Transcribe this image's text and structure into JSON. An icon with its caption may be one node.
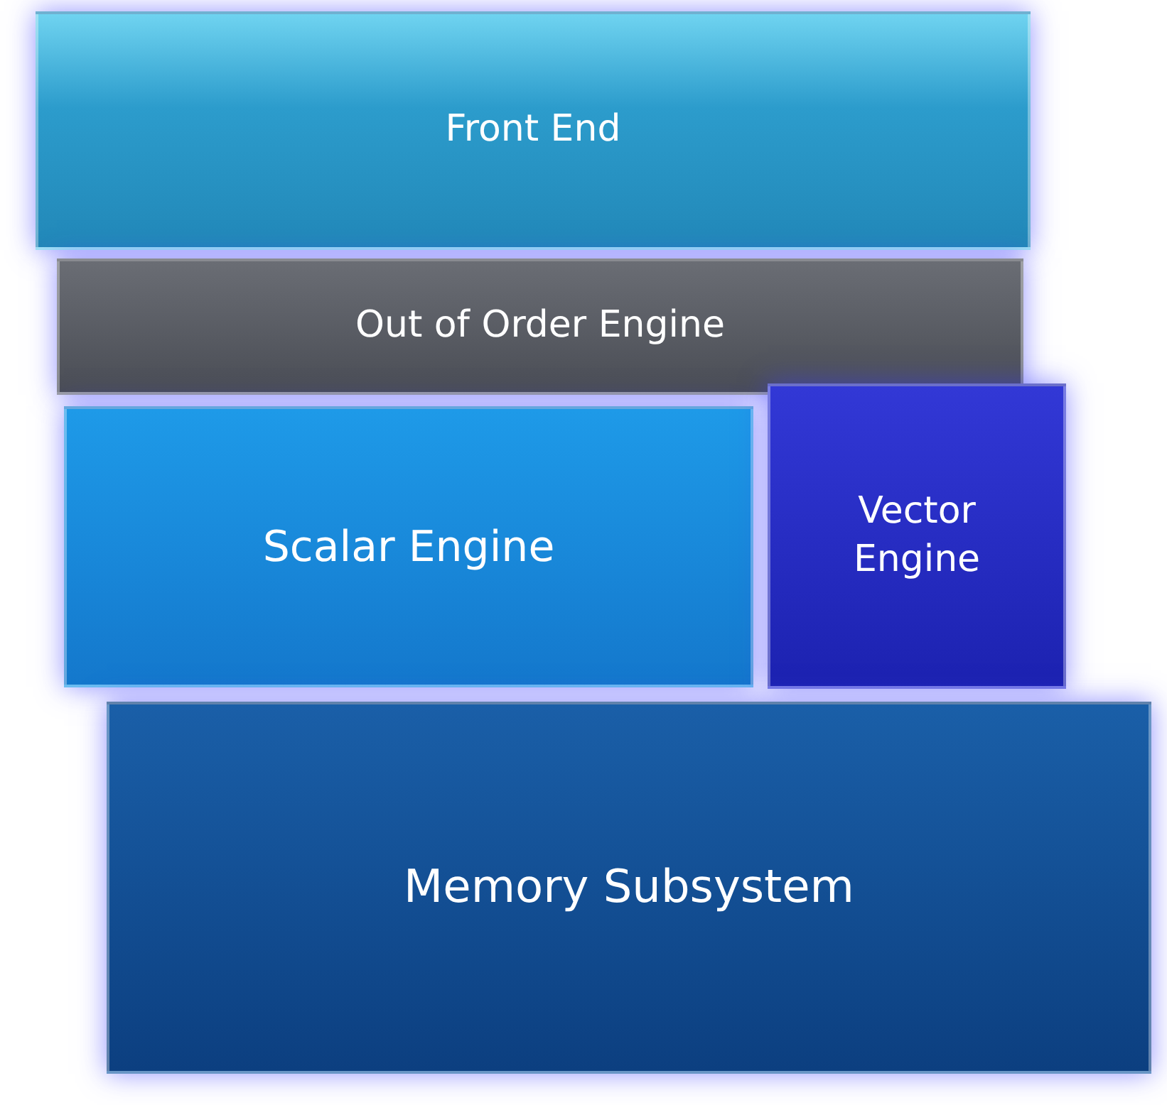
{
  "diagram": {
    "nodes": [
      {
        "text": [
          "Front End"
        ]
      },
      {
        "text": [
          "Out of Order Engine"
        ]
      },
      {
        "text": [
          "Scalar Engine"
        ]
      },
      {
        "text": [
          "Vector Engine"
        ]
      },
      {
        "text": [
          "Memory Subsystem"
        ]
      }
    ]
  }
}
